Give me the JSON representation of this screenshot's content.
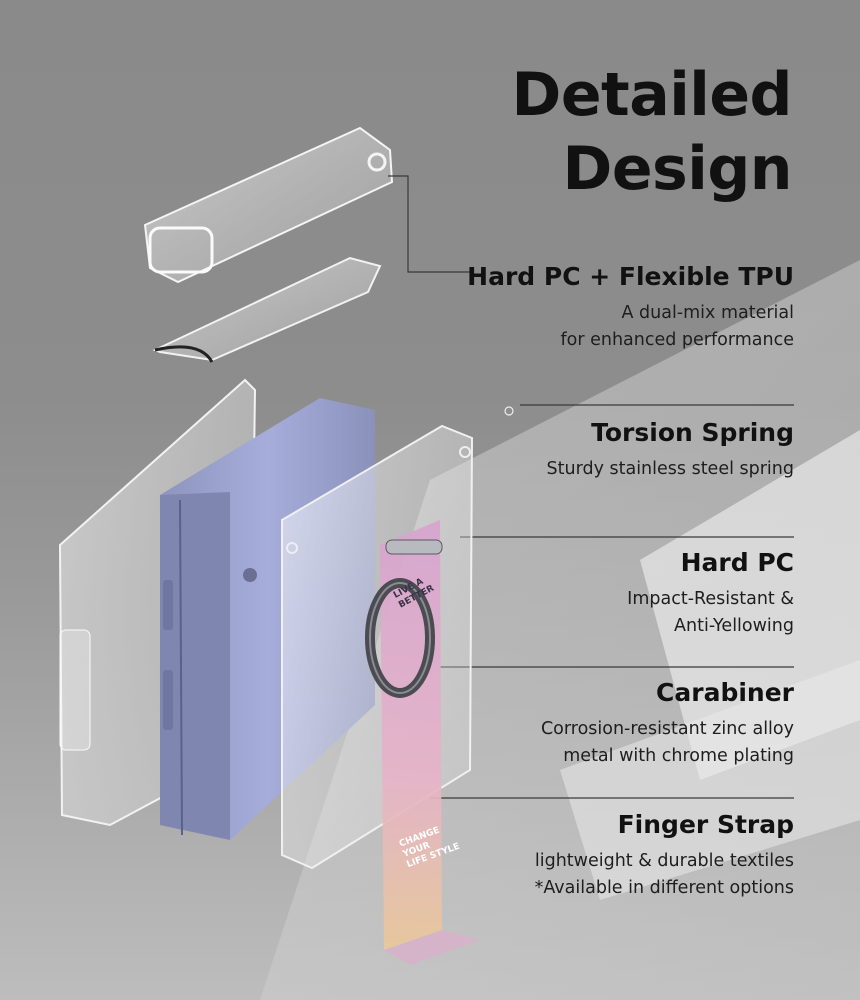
{
  "title": {
    "line1": "Detailed",
    "line2": "Design"
  },
  "features": [
    {
      "heading": "Hard PC + Flexible TPU",
      "lines": [
        "A dual-mix material",
        "for enhanced performance"
      ]
    },
    {
      "heading": "Torsion Spring",
      "lines": [
        "Sturdy stainless steel spring"
      ]
    },
    {
      "heading": "Hard PC",
      "lines": [
        "Impact-Resistant &",
        "Anti-Yellowing"
      ]
    },
    {
      "heading": "Carabiner",
      "lines": [
        "Corrosion-resistant zinc alloy",
        "metal with chrome plating"
      ]
    },
    {
      "heading": "Finger Strap",
      "lines": [
        "lightweight & durable textiles",
        "*Available in different options"
      ]
    }
  ],
  "strap_text": {
    "line1": "LIVE A",
    "line2": "BETTER",
    "line3": "CHANGE",
    "line4": "YOUR",
    "line5": "LIFE STYLE"
  },
  "colors": {
    "phone": "#9aa2c9",
    "strap": "#d9a9c9",
    "heading": "#111111",
    "body": "#1e1e1e"
  }
}
